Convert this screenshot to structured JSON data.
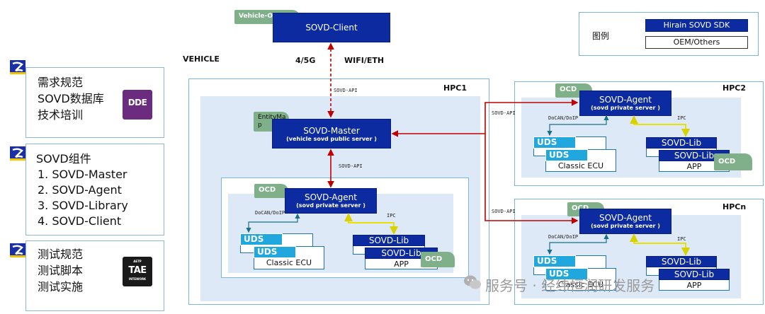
{
  "left_panels": {
    "panel1": {
      "lines": [
        "需求规范",
        "SOVD数据库",
        "技术培训"
      ],
      "badge": "DDE"
    },
    "panel2": {
      "lines": [
        "SOVD组件",
        "1. SOVD-Master",
        "2. SOVD-Agent",
        "3. SOVD-Library",
        "4. SOVD-Client"
      ]
    },
    "panel3": {
      "lines": [
        "测试规范",
        "测试脚本",
        "测试实施"
      ],
      "badge": "TAE",
      "badge_top": "AETP",
      "badge_bottom": "INTEWORK"
    }
  },
  "top": {
    "client_tag": "Vehicle-OCD",
    "client_label": "SOVD-Client",
    "vehicle_label": "VEHICLE",
    "link_4g": "4/5G",
    "link_wifi": "WIFI/ETH"
  },
  "legend": {
    "title": "图例",
    "item1": "Hirain SOVD SDK",
    "item2": "OEM/Others",
    "color1": "#0d2ba0",
    "color2": "#ffffff"
  },
  "hpc1": {
    "title": "HPC1",
    "api_top": "SOVD-API",
    "api_mid": "SOVD-API",
    "entitymap_tag": "EntityMa\np",
    "master_label": "SOVD-Master",
    "master_sub": "(vehicle sovd public server )",
    "agent_tag": "OCD",
    "agent_label": "SOVD-Agent",
    "agent_sub": "(sovd private server )",
    "proto_left": "DoCAN/DoIP",
    "proto_right": "IPC",
    "uds1": "UDS",
    "uds2": "UDS",
    "ecu": "Classic ECU",
    "lib1": "SOVD-Lib",
    "lib2": "SOVD-Lib",
    "app": "APP",
    "app_tag": "OCD"
  },
  "hpc2": {
    "title": "HPC2",
    "api": "SOVD-API",
    "agent_tag": "OCD",
    "agent_label": "SOVD-Agent",
    "agent_sub": "(sovd private server )",
    "proto_left": "DoCAN/DoIP",
    "proto_right": "IPC",
    "uds1": "UDS",
    "uds2": "UDS",
    "ecu": "Classic ECU",
    "lib1": "SOVD-Lib",
    "lib2": "SOVD-Lib",
    "app": "APP",
    "app_tag": "OCD"
  },
  "hpcn": {
    "title": "HPCn",
    "api": "SOVD-API",
    "agent_tag": "OCD",
    "agent_label": "SOVD-Agent",
    "agent_sub": "(sovd private server )",
    "proto_left": "DoCAN/DoIP",
    "proto_right": "IPC",
    "uds1": "UDS",
    "uds2": "UDS",
    "ecu": "Classic ECU",
    "lib1": "SOVD-Lib",
    "lib2": "SOVD-Lib",
    "app": "APP"
  },
  "watermark": "服务号 · 经纬恒润研发服务",
  "colors": {
    "sdk_blue": "#0d2ba0",
    "uds_cyan": "#20a8de",
    "ocd_green": "#7fb08a",
    "arrow_red": "#c00000",
    "ipc_yellow": "#e8e000",
    "link_teal": "#1a6f88"
  }
}
